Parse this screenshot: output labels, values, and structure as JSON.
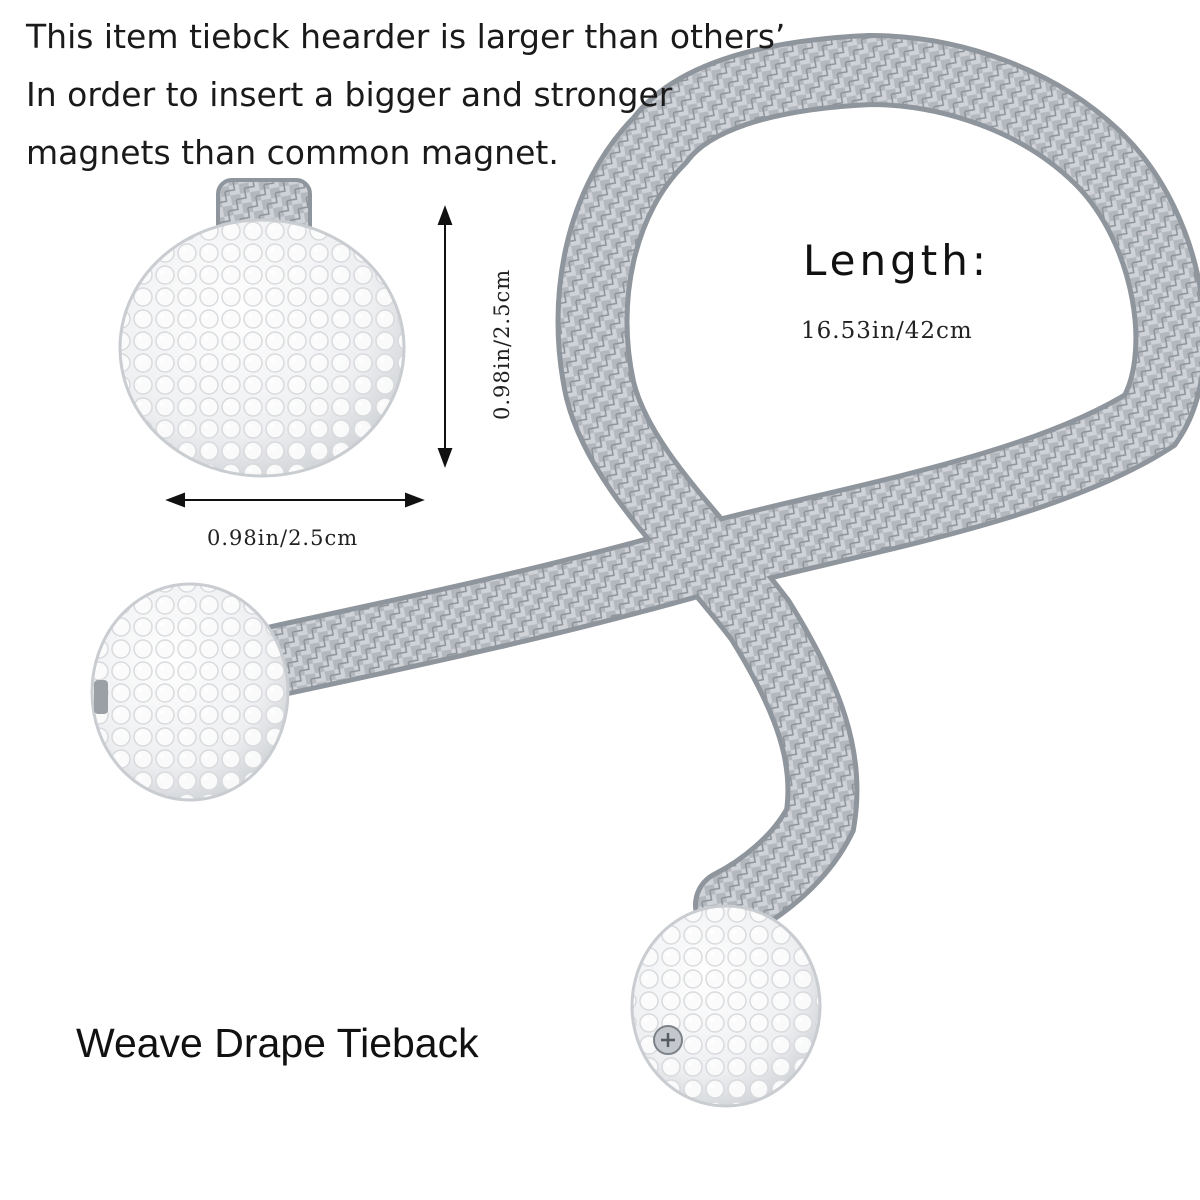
{
  "intro_lines": [
    "This item tiebck hearder is larger than others’",
    "In order to insert a bigger and stronger",
    "magnets than common magnet."
  ],
  "length": {
    "title": "Length:",
    "value": "16.53in/42cm"
  },
  "ball_dimensions": {
    "width": "0.98in/2.5cm",
    "height": "0.98in/2.5cm"
  },
  "product_name": "Weave Drape Tieback",
  "colors": {
    "background": "#ffffff",
    "cord": "#aeb3b9",
    "pearl": "#f6f6f6",
    "text": "#111111"
  }
}
